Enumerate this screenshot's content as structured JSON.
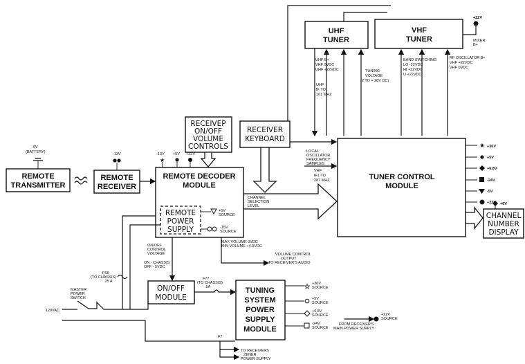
{
  "blocks": {
    "uhf_tuner": [
      "UHF",
      "TUNER"
    ],
    "vhf_tuner": [
      "VHF",
      "TUNER"
    ],
    "remote_transmitter": [
      "REMOTE",
      "TRANSMITTER"
    ],
    "remote_receiver": [
      "REMOTE",
      "RECEIVER"
    ],
    "remote_decoder": [
      "REMOTE DECODER",
      "MODULE"
    ],
    "remote_power_supply": [
      "REMOTE",
      "POWER",
      "SUPPLY"
    ],
    "receiver_onoff": [
      "RECEIVEP",
      "ON/OFF",
      "VOLUME",
      "CONTROLS"
    ],
    "receiver_keyboard": [
      "RECEIVER",
      "KEYBOARD"
    ],
    "tuner_control": [
      "TUNER CONTROL",
      "MODULE"
    ],
    "channel_display": [
      "CHANNEL",
      "NUMBER",
      "DISPLAY"
    ],
    "onoff_module": [
      "ON/OFF",
      "MODULE"
    ],
    "tuning_power": [
      "TUNING",
      "SYSTEM",
      "POWER",
      "SUPPLY",
      "MODULE"
    ]
  },
  "labels": {
    "battery": [
      "-9V",
      "(BATTERY)"
    ],
    "rx_supply": "-13V",
    "decoder_supplies": [
      "-13V",
      "+5V",
      "+22V"
    ],
    "uhf_b": [
      "UHF B+",
      "VHF 0VDC",
      "UHF +22VDC"
    ],
    "uhf_if": [
      "UHF",
      "IF TO",
      "161 MHZ"
    ],
    "tuning_voltage": [
      "TUNING",
      "VOLTAGE",
      "(2 TO + 28V DC)"
    ],
    "band_switching": [
      "BAND SWITCHING",
      "LO   -22VDC",
      "HI   +22VDC",
      "U   +22VDC"
    ],
    "vhf_oscillator": [
      "RF OSCILLATOR B+",
      "VHF +22VDC",
      "VHF 0VDC"
    ],
    "mixer": [
      "+22V",
      "MIXER",
      "B+"
    ],
    "local_osc": [
      "LOCAL",
      "OSCILLATOR",
      "FREQUENCY",
      "SAMPLES"
    ],
    "vhf_if": [
      "VHF",
      "IF1 TO",
      "287 MHZ"
    ],
    "channel_selection": [
      "CHANNEL",
      "SELECTION",
      "LEVEL"
    ],
    "supply_legend": [
      "+30V",
      "+5V",
      "+6.8V",
      "-24V",
      "-5V",
      "+22V"
    ],
    "display_supply": "+6V",
    "source_plus5": [
      "+5V",
      "SOURCE"
    ],
    "source_minus15": [
      "-15V",
      "SOURCE"
    ],
    "onoff_control": [
      "ON/OFF",
      "CONTROL",
      "VOLTAGE"
    ],
    "onoff_chassis": [
      "ON - CHASSIS",
      "OFF - 5VDC"
    ],
    "volume_levels": [
      "MAX VOLUME 0VDC",
      "MIN VOLUME +4.0VDC"
    ],
    "volume_output": [
      "VOLUME CONTROL",
      "OUTPUT",
      "TO RECEIVER'S AUDIO"
    ],
    "f68": [
      "F68",
      "(TO CHASSIS)",
      ".25 A"
    ],
    "master_switch": [
      "MASTER",
      "POWER",
      "SWITCH"
    ],
    "vac": "120VAC",
    "f77": [
      "F77",
      "(TO CHASSIS)",
      ".5A"
    ],
    "f7": "F7",
    "tps_sources": [
      [
        "+30V",
        "SOURCE"
      ],
      [
        "+5V",
        "SOURCE"
      ],
      [
        "+6.8V",
        "SOURCE"
      ],
      [
        "-24V",
        "SOURCE"
      ]
    ],
    "plus22_source": [
      "+22V",
      "SOURCE"
    ],
    "from_receiver": [
      "FROM RECEIVER'S",
      "MAIN POWER SUPPLY"
    ],
    "to_receivers": [
      "TO RECEIVERS",
      "ZENER",
      "POWER SUPPLY"
    ]
  }
}
